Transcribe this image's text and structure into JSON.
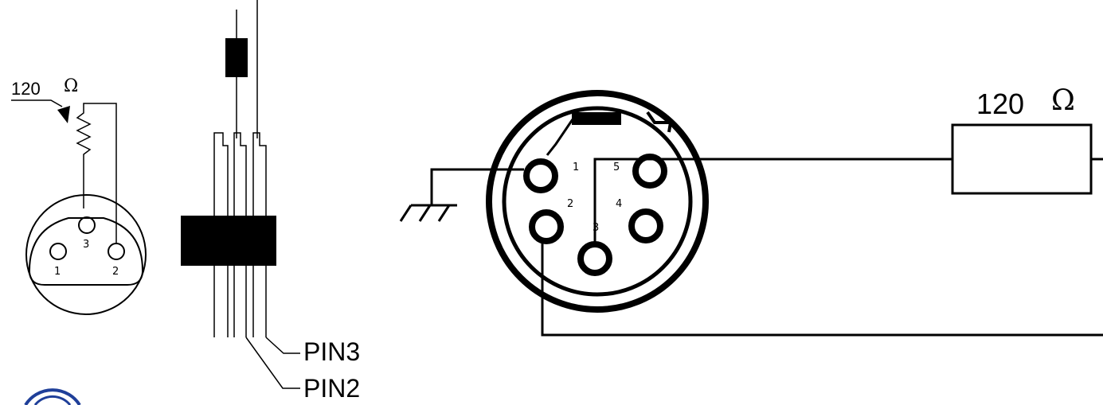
{
  "left_connector": {
    "resistor_value": "120",
    "resistor_unit": "Ω",
    "pins": [
      "1",
      "2",
      "3"
    ]
  },
  "middle_cable": {
    "labels": [
      "PIN3",
      "PIN2"
    ]
  },
  "right_connector": {
    "resistor_value": "120",
    "resistor_unit": "Ω",
    "pins": [
      "1",
      "2",
      "3",
      "4",
      "5"
    ]
  },
  "colors": {
    "line": "#000000",
    "logo": "#1f3f99",
    "background": "#ffffff"
  }
}
